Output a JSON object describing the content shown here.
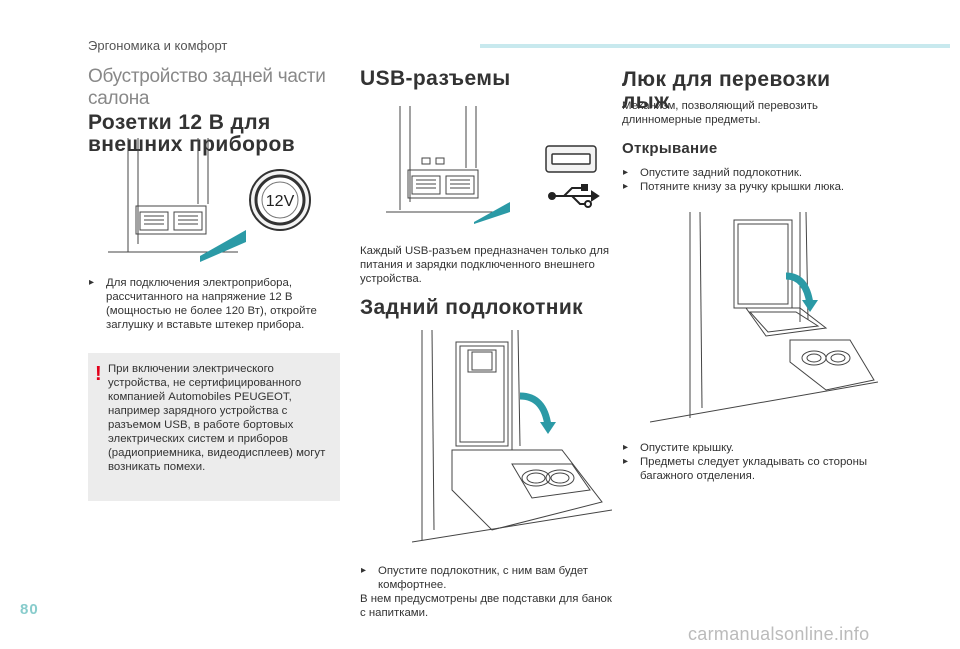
{
  "header": {
    "chapter": "Эргономика и комфорт"
  },
  "colors": {
    "accent_bar": "#c8e9ee",
    "teal_marker": "#2b9aa6",
    "warning_red": "#e2001a",
    "warning_bg": "#ececec"
  },
  "col1": {
    "section_title": "Обустройство задней части салона",
    "title": "Розетки 12 В для внешних приборов",
    "socket_label": "12V",
    "step": "Для подключения электроприбора, рассчитанного на напряжение 12 В (мощностью не более 120 Вт), откройте заглушку и вставьте штекер прибора.",
    "warning": "При включении электрического устройства, не сертифицированного компанией Automobiles PEUGEOT, например зарядного устройства с разъемом USB, в работе бортовых электрических систем и приборов (радиоприемника, видеодисплеев) могут возникать помехи."
  },
  "col2": {
    "usb_title": "USB-разъемы",
    "usb_text": "Каждый USB-разъем предназначен только для питания и зарядки подключенного внешнего устройства.",
    "armrest_title": "Задний подлокотник",
    "armrest_step": "Опустите подлокотник, с ним вам будет комфортнее.",
    "armrest_text": "В нем предусмотрены две подставки для банок с напитками."
  },
  "col3": {
    "title": "Люк для перевозки лыж",
    "intro": "Механизм, позволяющий перевозить длинномерные предметы.",
    "opening_title": "Открывание",
    "steps_1": [
      "Опустите задний подлокотник.",
      "Потяните книзу за ручку крышки люка."
    ],
    "steps_2": [
      "Опустите крышку.",
      "Предметы следует укладывать со стороны багажного отделения."
    ]
  },
  "footer": {
    "page_number": "80",
    "watermark": "carmanualsonline.info"
  }
}
